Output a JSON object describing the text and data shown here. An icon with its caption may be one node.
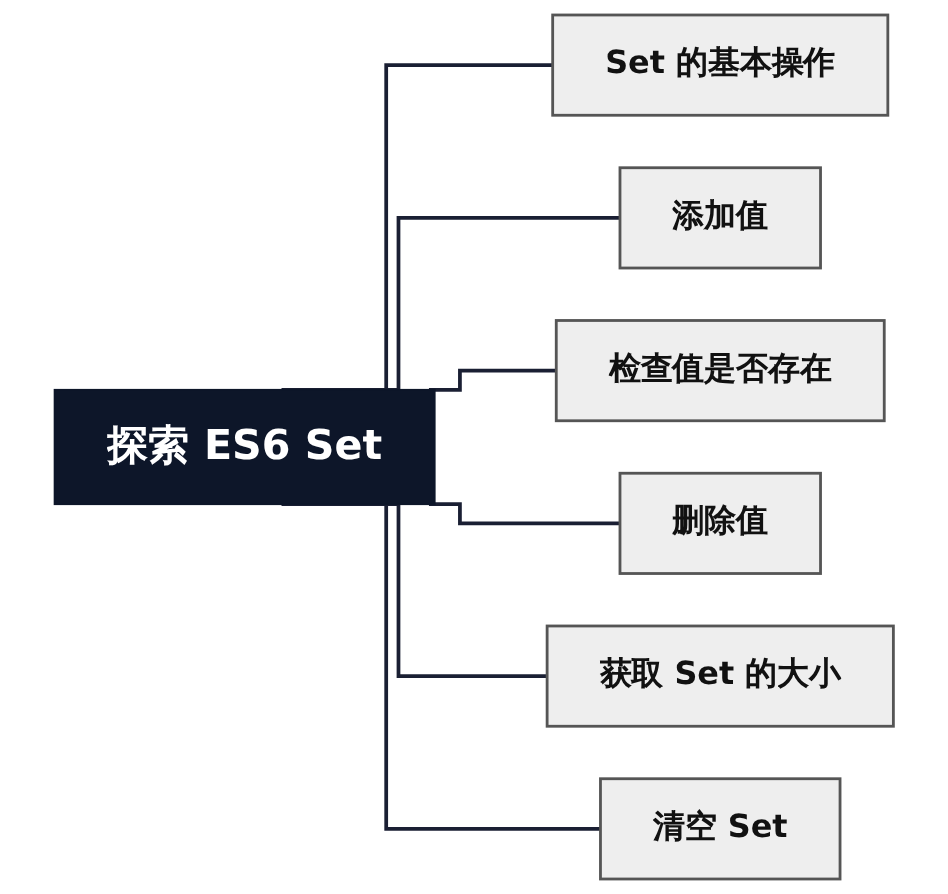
{
  "diagram": {
    "nodes": [
      {
        "text": [
          "探索 ES6 Set"
        ]
      },
      {
        "text": [
          "Set 的基本操作"
        ]
      },
      {
        "text": [
          "添加值"
        ]
      },
      {
        "text": [
          "检查值是否存在"
        ]
      },
      {
        "text": [
          "删除值"
        ]
      },
      {
        "text": [
          "获取 Set 的大小"
        ]
      },
      {
        "text": [
          "清空 Set"
        ]
      }
    ],
    "edges": [
      {
        "from": 0,
        "to": 1,
        "arrow": "none"
      },
      {
        "from": 0,
        "to": 2,
        "arrow": "none"
      },
      {
        "from": 0,
        "to": 3,
        "arrow": "none"
      },
      {
        "from": 0,
        "to": 4,
        "arrow": "none"
      },
      {
        "from": 0,
        "to": 5,
        "arrow": "none"
      },
      {
        "from": 0,
        "to": 6,
        "arrow": "none"
      }
    ]
  }
}
